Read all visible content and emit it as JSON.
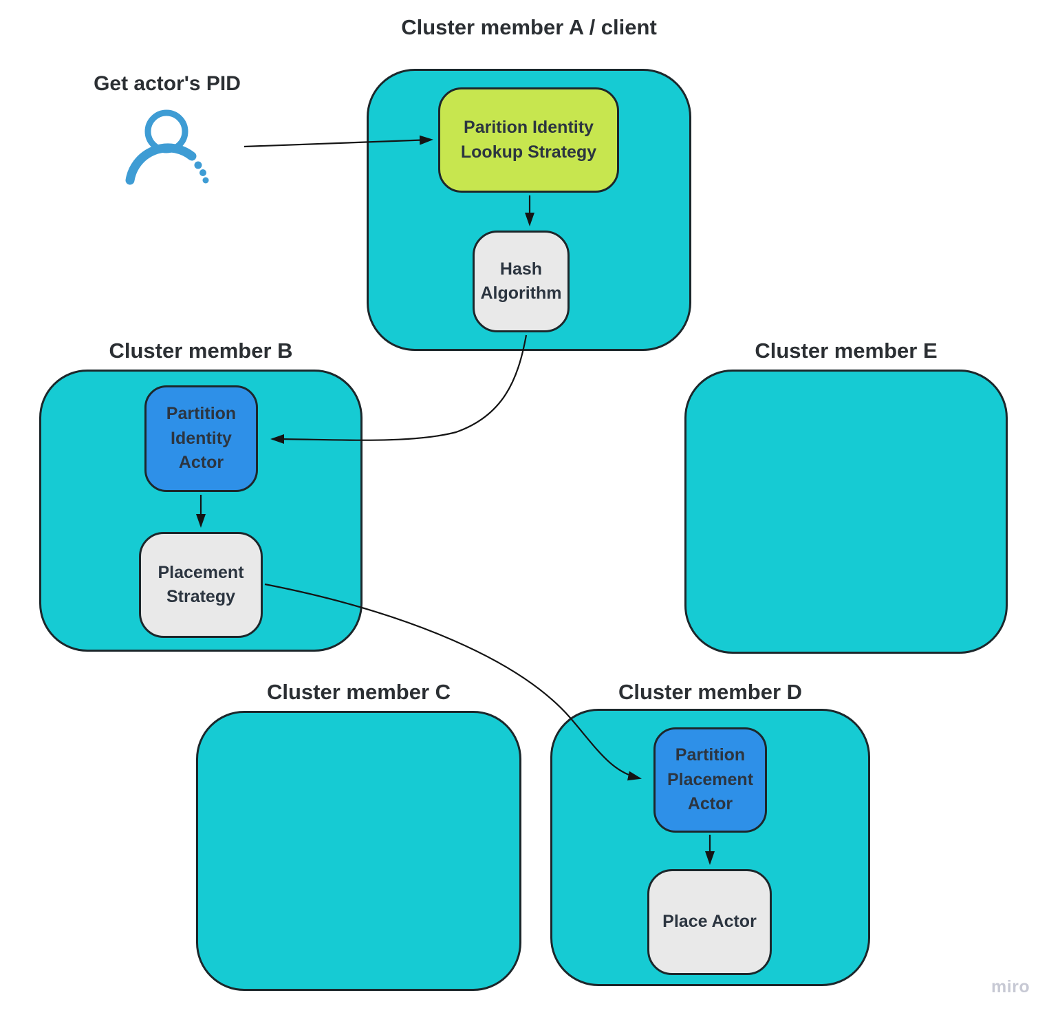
{
  "colors": {
    "teal": "#16CBD3",
    "blue": "#2E90E8",
    "green": "#C7E64F",
    "gray": "#E9E9E9",
    "border": "#1C272B",
    "arrow": "#141414",
    "icon_blue": "#3E9CD4",
    "title_text": "#2B2F33",
    "node_text": "#2C3540",
    "watermark": "#C7C9D4"
  },
  "annotations": {
    "get_pid_label": "Get actor's PID",
    "person_icon": "person-icon",
    "watermark": "miro"
  },
  "clusters": {
    "a": {
      "title": "Cluster member A / client"
    },
    "b": {
      "title": "Cluster member B"
    },
    "c": {
      "title": "Cluster member C"
    },
    "d": {
      "title": "Cluster member D"
    },
    "e": {
      "title": "Cluster member E"
    }
  },
  "nodes": {
    "lookup": {
      "label": "Parition Identity Lookup Strategy"
    },
    "hash": {
      "label": "Hash Algorithm"
    },
    "partition_identity_actor": {
      "label": "Partition Identity Actor"
    },
    "placement_strategy": {
      "label": "Placement Strategy"
    },
    "partition_placement_actor": {
      "label": "Partition Placement Actor"
    },
    "place_actor": {
      "label": "Place Actor"
    }
  }
}
